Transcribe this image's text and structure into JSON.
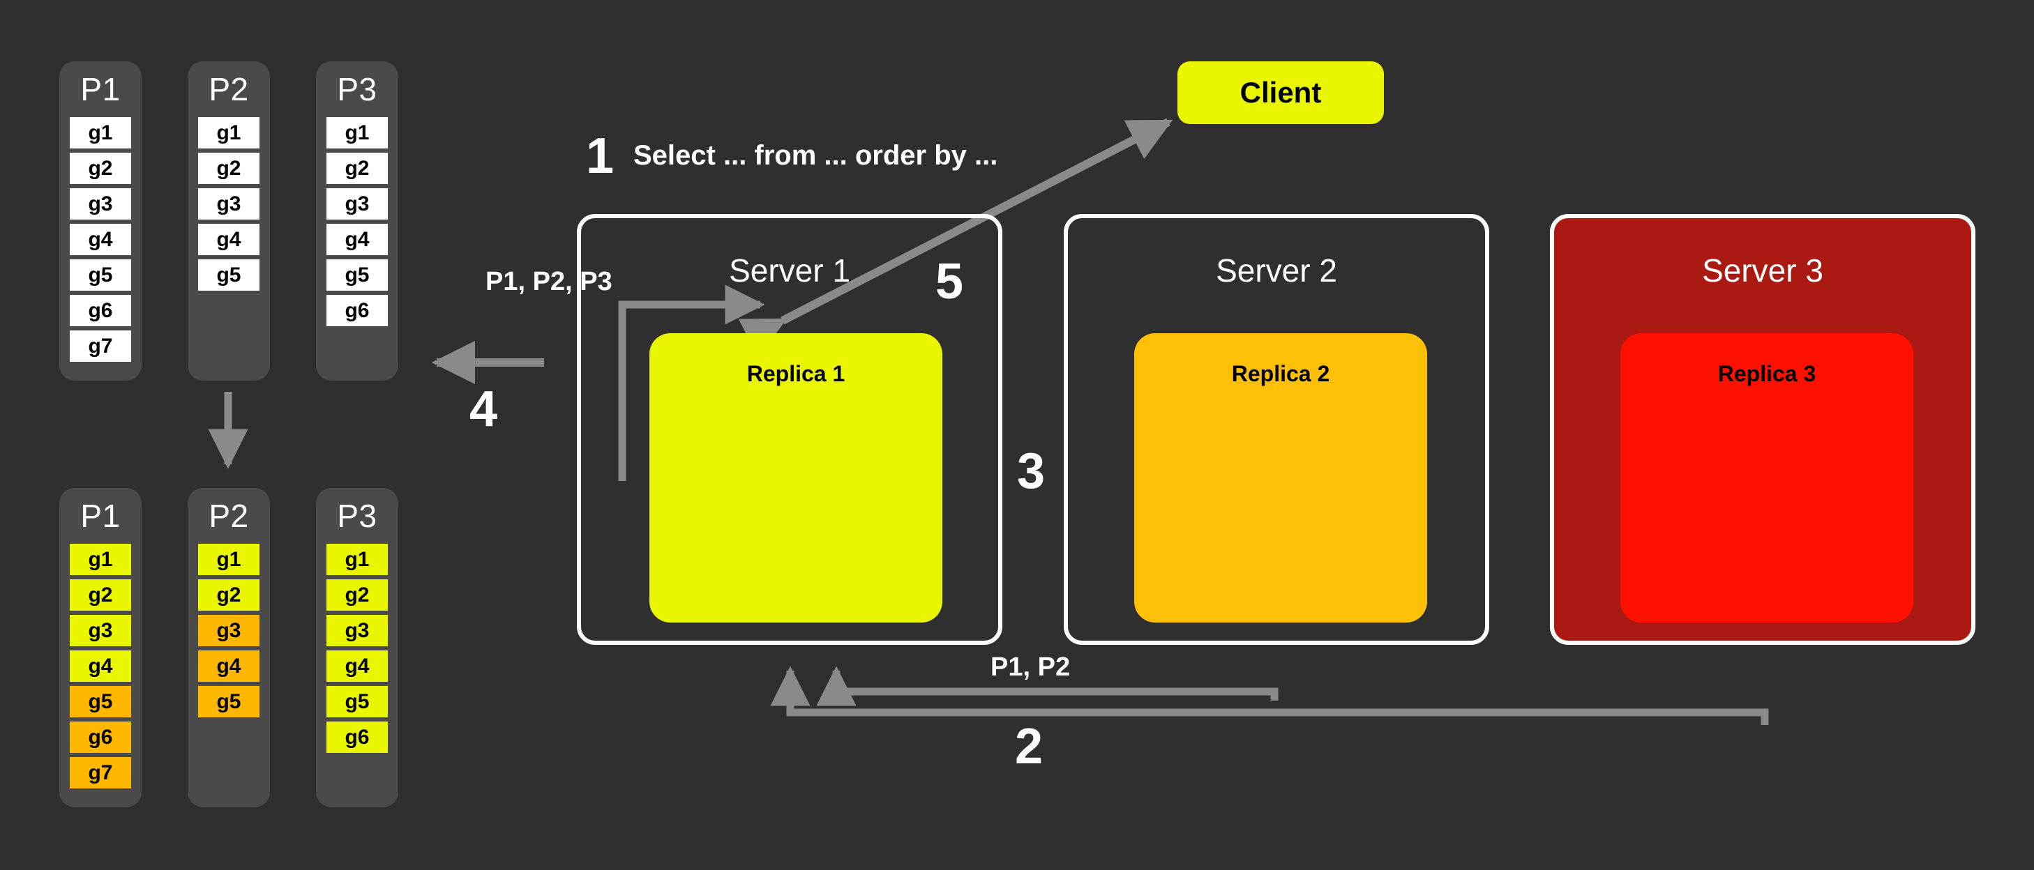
{
  "canvas": {
    "background": "#2f2f2f",
    "arrow_color": "#8a8a8a",
    "outline_color": "#ffffff"
  },
  "colors": {
    "yellow": "#eaf500",
    "orange": "#ffb700",
    "amber": "#ffc107",
    "red_bright": "#ff1100",
    "red_dark": "#ab1a12",
    "column_bg": "#4a4a4a",
    "cell_white": "#ffffff"
  },
  "partitions_top": [
    {
      "title": "P1",
      "cells": [
        {
          "label": "g1",
          "color": "white"
        },
        {
          "label": "g2",
          "color": "white"
        },
        {
          "label": "g3",
          "color": "white"
        },
        {
          "label": "g4",
          "color": "white"
        },
        {
          "label": "g5",
          "color": "white"
        },
        {
          "label": "g6",
          "color": "white"
        },
        {
          "label": "g7",
          "color": "white"
        }
      ]
    },
    {
      "title": "P2",
      "cells": [
        {
          "label": "g1",
          "color": "white"
        },
        {
          "label": "g2",
          "color": "white"
        },
        {
          "label": "g3",
          "color": "white"
        },
        {
          "label": "g4",
          "color": "white"
        },
        {
          "label": "g5",
          "color": "white"
        }
      ]
    },
    {
      "title": "P3",
      "cells": [
        {
          "label": "g1",
          "color": "white"
        },
        {
          "label": "g2",
          "color": "white"
        },
        {
          "label": "g3",
          "color": "white"
        },
        {
          "label": "g4",
          "color": "white"
        },
        {
          "label": "g5",
          "color": "white"
        },
        {
          "label": "g6",
          "color": "white"
        }
      ]
    }
  ],
  "partitions_bottom": [
    {
      "title": "P1",
      "cells": [
        {
          "label": "g1",
          "color": "yellow"
        },
        {
          "label": "g2",
          "color": "yellow"
        },
        {
          "label": "g3",
          "color": "yellow"
        },
        {
          "label": "g4",
          "color": "yellow"
        },
        {
          "label": "g5",
          "color": "orange"
        },
        {
          "label": "g6",
          "color": "orange"
        },
        {
          "label": "g7",
          "color": "orange"
        }
      ]
    },
    {
      "title": "P2",
      "cells": [
        {
          "label": "g1",
          "color": "yellow"
        },
        {
          "label": "g2",
          "color": "yellow"
        },
        {
          "label": "g3",
          "color": "orange"
        },
        {
          "label": "g4",
          "color": "orange"
        },
        {
          "label": "g5",
          "color": "orange"
        }
      ]
    },
    {
      "title": "P3",
      "cells": [
        {
          "label": "g1",
          "color": "yellow"
        },
        {
          "label": "g2",
          "color": "yellow"
        },
        {
          "label": "g3",
          "color": "yellow"
        },
        {
          "label": "g4",
          "color": "yellow"
        },
        {
          "label": "g5",
          "color": "yellow"
        },
        {
          "label": "g6",
          "color": "yellow"
        }
      ]
    }
  ],
  "client": {
    "label": "Client",
    "fill": "#eaf500"
  },
  "servers": [
    {
      "title": "Server 1",
      "box_fill": "transparent",
      "replica_label": "Replica 1",
      "replica_fill": "#eaf500"
    },
    {
      "title": "Server 2",
      "box_fill": "transparent",
      "replica_label": "Replica 2",
      "replica_fill": "#ffc107"
    },
    {
      "title": "Server 3",
      "box_fill": "#ab1a12",
      "replica_label": "Replica 3",
      "replica_fill": "#ff1100"
    }
  ],
  "steps": {
    "one": "1",
    "two": "2",
    "three": "3",
    "four": "4",
    "five": "5"
  },
  "labels": {
    "query": "Select ... from ... order by ...",
    "p1_p2_p3": "P1, P2, P3",
    "p1_p2": "P1, P2"
  }
}
